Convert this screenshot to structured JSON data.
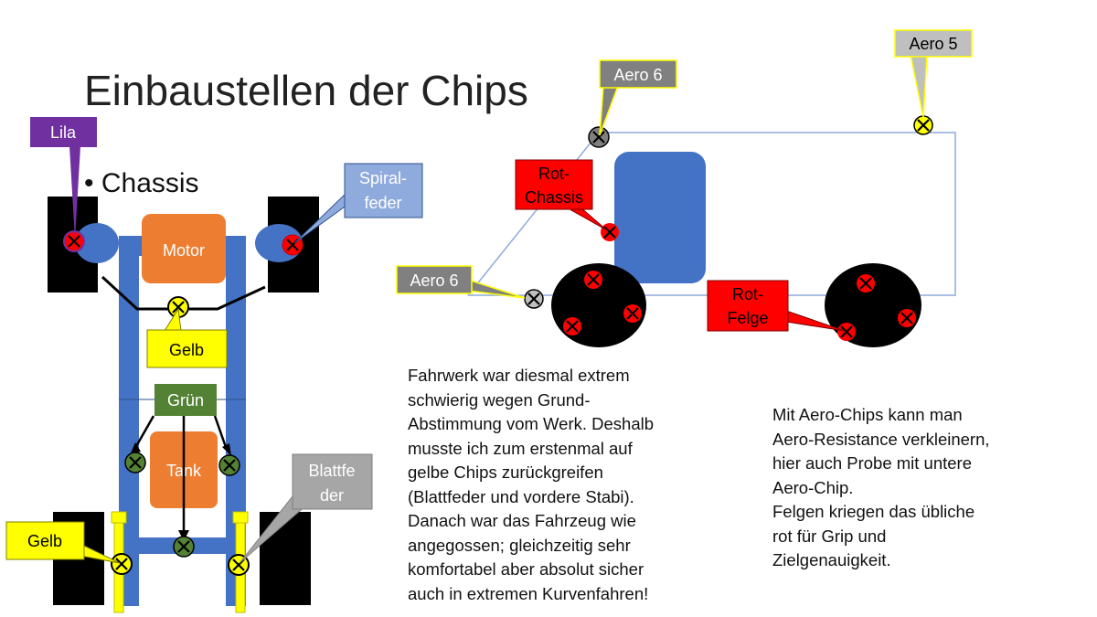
{
  "slide": {
    "title": "Einbaustellen der Chips",
    "bullet": "Chassis",
    "paragraph_left": "Fahrwerk war diesmal extrem\nschwierig wegen Grund-\nAbstimmung vom Werk. Deshalb\nmusste ich zum erstenmal auf\ngelbe Chips zurückgreifen\n(Blattfeder und vordere Stabi).\nDanach war das Fahrzeug wie\nangegossen; gleichzeitig sehr\nkomfortabel aber absolut sicher\nauch in extremen Kurvenfahren!",
    "paragraph_right": "Mit Aero-Chips kann man\nAero-Resistance verkleinern,\nhier auch Probe mit untere\nAero-Chip.\nFelgen kriegen das übliche\nrot für Grip und\nZielgenauigkeit."
  },
  "chassis": {
    "motor": "Motor",
    "tank": "Tank",
    "callouts": {
      "lila": "Lila",
      "spiral_1": "Spiral-",
      "spiral_2": "feder",
      "gelb_center": "Gelb",
      "gruen": "Grün",
      "blattfeder_1": "Blattfe",
      "blattfeder_2": "der",
      "gelb_left": "Gelb"
    }
  },
  "side_view": {
    "callouts": {
      "aero6_top": "Aero 6",
      "aero5": "Aero 5",
      "aero6_bottom": "Aero 6",
      "rot_chassis_1": "Rot-",
      "rot_chassis_2": "Chassis",
      "rot_felge_1": "Rot-",
      "rot_felge_2": "Felge"
    }
  },
  "colors": {
    "frame_blue": "#4472c4",
    "orange": "#ed7d31",
    "yellow": "#ffff00",
    "green": "#548235",
    "purple": "#7030a0",
    "light_blue": "#8faadc",
    "gray": "#808080",
    "light_gray": "#bfbfbf",
    "red": "#ff0000",
    "wheel": "#000000"
  }
}
